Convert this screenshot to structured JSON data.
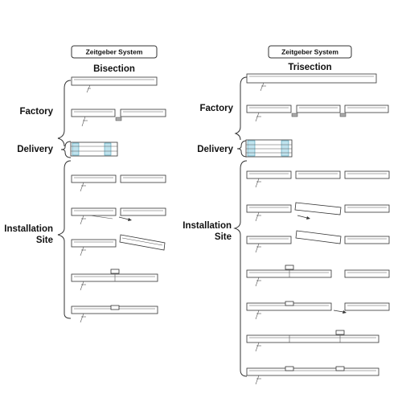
{
  "left": {
    "system_label": "Zeitgeber System",
    "title": "Bisection"
  },
  "right": {
    "system_label": "Zeitgeber System",
    "title": "Trisection"
  },
  "stages_left": {
    "factory": "Factory",
    "delivery": "Delivery",
    "installation_1": "Installation",
    "installation_2": "Site"
  },
  "stages_right": {
    "factory": "Factory",
    "delivery": "Delivery",
    "installation_1": "Installation",
    "installation_2": "Site"
  },
  "colors": {
    "packaging": "#bfe3ee",
    "outline": "#333333"
  }
}
